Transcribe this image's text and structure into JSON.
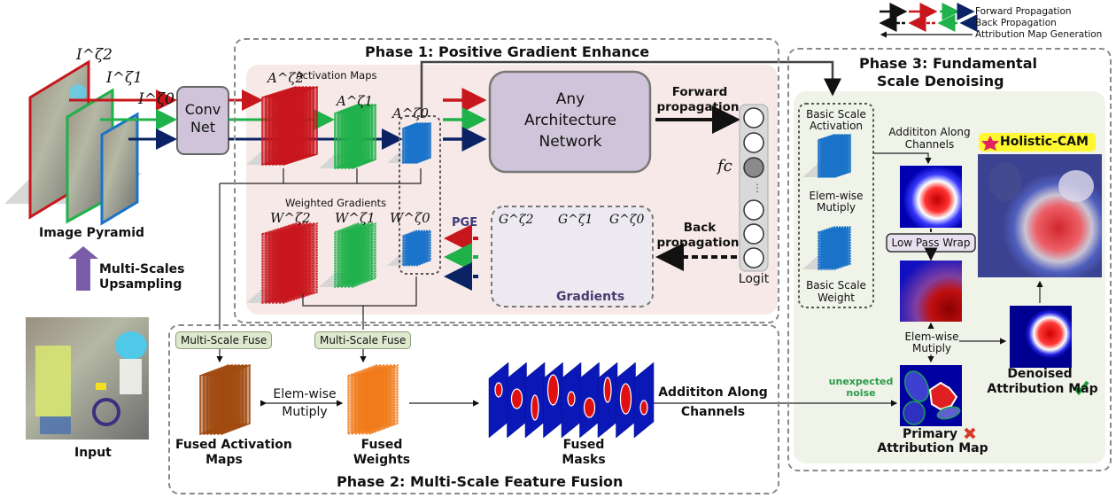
{
  "legend": {
    "forward": "Forward Propagation",
    "back": "Back Propagation",
    "attribution": "Attribution Map Generation"
  },
  "colors": {
    "scale2": "#c8161d",
    "scale1": "#1fb14a",
    "scale0": "#0b2364",
    "basic_blue": "#1a73c9",
    "fused_act": "#a04a10",
    "fused_w": "#f07a1a",
    "phase1_bg": "#f7e9e7",
    "phase3_bg": "#eff3e8",
    "node_box": "#cfc4d9",
    "gradients_box": "#eceaf0"
  },
  "left": {
    "pyramid_labels": [
      "I^ζ2",
      "I^ζ1",
      "I^ζ0"
    ],
    "pyramid_caption": "Image Pyramid",
    "upsampling": [
      "Multi-Scales",
      "Upsampling"
    ],
    "input_caption": "Input",
    "convnet": [
      "Conv",
      "Net"
    ]
  },
  "phase1": {
    "title": "Phase 1: Positive Gradient Enhance",
    "activation_maps": "Activation Maps",
    "activation_labels": [
      "A^ζ2",
      "A^ζ1",
      "A^ζ0"
    ],
    "weighted_gradients": "Weighted Gradients",
    "weight_labels": [
      "W^ζ2",
      "W^ζ1",
      "W^ζ0"
    ],
    "gradient_labels": [
      "G^ζ2",
      "G^ζ1",
      "G^ζ0"
    ],
    "gradients_caption": "Gradients",
    "network": [
      "Any",
      "Architecture",
      "Network"
    ],
    "forward": [
      "Forward",
      "propagation"
    ],
    "back": [
      "Back",
      "propagation"
    ],
    "pge": "PGE",
    "logit_caption": "Logit",
    "fc_label": "fc"
  },
  "phase2": {
    "title": "Phase 2: Multi-Scale Feature Fusion",
    "fuse_chip": "Multi-Scale Fuse",
    "fused_activation": [
      "Fused Activation",
      "Maps"
    ],
    "elem_wise": [
      "Elem-wise",
      "Mutiply"
    ],
    "fused_weights": [
      "Fused",
      "Weights"
    ],
    "fused_masks": [
      "Fused",
      "Masks"
    ],
    "addition": [
      "Addititon Along",
      "Channels"
    ]
  },
  "phase3": {
    "title": [
      "Phase 3: Fundamental",
      "Scale Denoising"
    ],
    "basic_activation": [
      "Basic Scale",
      "Activation"
    ],
    "elem_wise": [
      "Elem-wise",
      "Mutiply"
    ],
    "basic_weight": [
      "Basic Scale",
      "Weight"
    ],
    "addition": [
      "Addititon Along",
      "Channels"
    ],
    "low_pass": "Low Pass Wrap",
    "elem_wise2": [
      "Elem-wise",
      "Mutiply"
    ],
    "unexpected_noise": [
      "unexpected",
      "noise"
    ],
    "primary_map": [
      "Primary",
      "Attribution Map"
    ],
    "denoised_map": [
      "Denoised",
      "Attribution Map"
    ],
    "holistic_cam": "Holistic-CAM"
  }
}
